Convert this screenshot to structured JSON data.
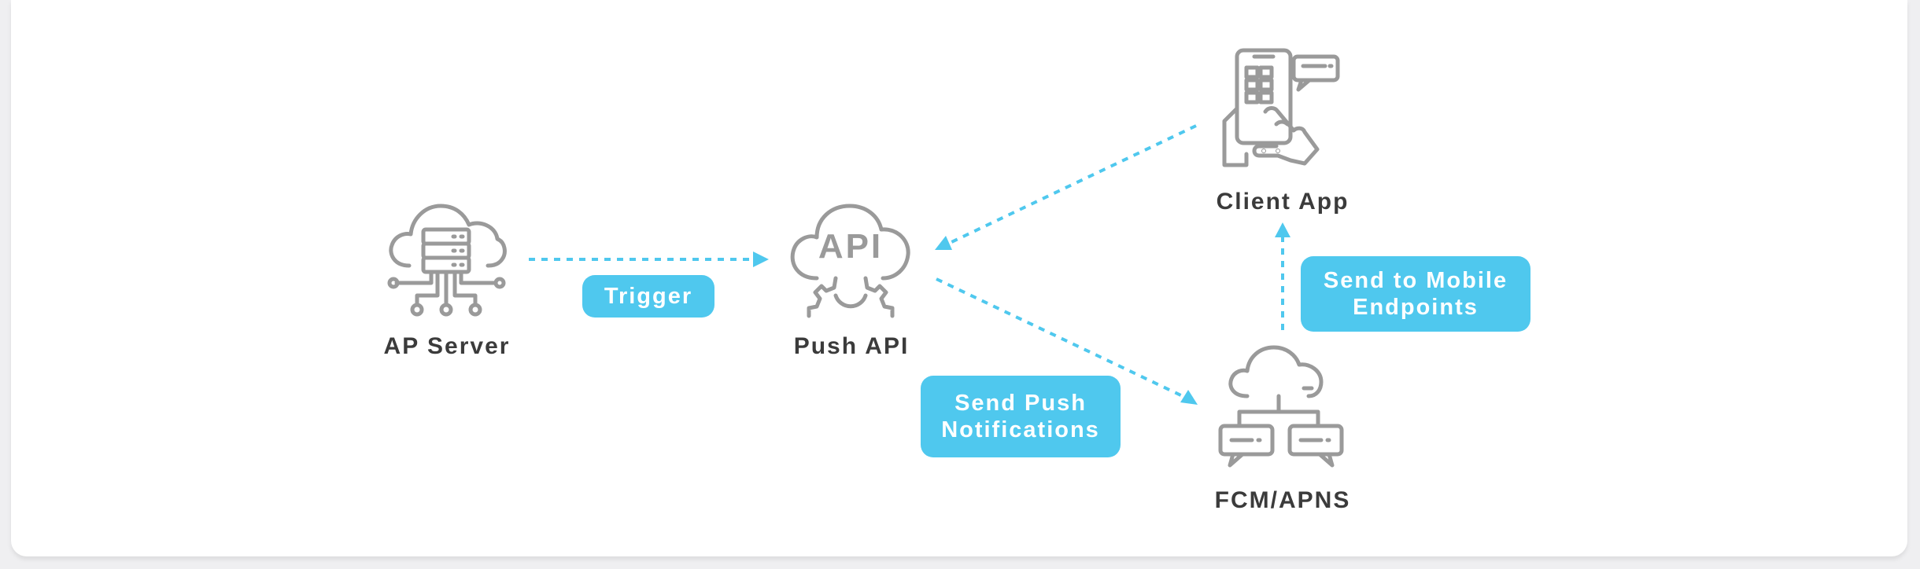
{
  "nodes": {
    "ap_server": {
      "label": "AP Server",
      "icon": "cloud-server-icon"
    },
    "push_api": {
      "label": "Push API",
      "icon": "api-cloud-gear-icon"
    },
    "client_app": {
      "label": "Client App",
      "icon": "phone-hand-icon"
    },
    "fcm_apns": {
      "label": "FCM/APNS",
      "icon": "cloud-network-chat-icon"
    }
  },
  "edges": {
    "trigger": {
      "label": "Trigger"
    },
    "send_push": {
      "line1": "Send Push",
      "line2": "Notifications"
    },
    "send_mobile": {
      "line1": "Send to Mobile",
      "line2": "Endpoints"
    }
  },
  "api_icon_text": "API",
  "colors": {
    "accent": "#4fc8ee",
    "icon": "#9a9a9a",
    "label": "#3b3b3b",
    "background": "#ffffff"
  }
}
